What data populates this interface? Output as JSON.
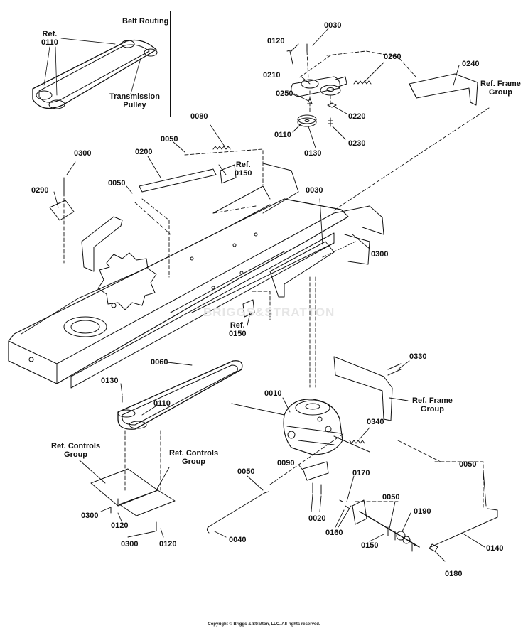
{
  "inset": {
    "title": "Belt Routing",
    "ref_label": "Ref.\n0110",
    "pulley_label": "Transmission\nPulley"
  },
  "watermark": "BRIGGS&STRATTON",
  "labels": {
    "l0030_top": "0030",
    "l0120_top": "0120",
    "l0260": "0260",
    "l0240": "0240",
    "l0210": "0210",
    "ref_frame_group_top": "Ref. Frame\nGroup",
    "l0250": "0250",
    "l0220": "0220",
    "l0110_top": "0110",
    "l0130_top": "0130",
    "l0230": "0230",
    "l0080": "0080",
    "l0050_a": "0050",
    "l0200": "0200",
    "l0300_left": "0300",
    "ref_0150_top": "Ref.\n0150",
    "l0050_b": "0050",
    "l0290": "0290",
    "l0030_mid": "0030",
    "l0300_right": "0300",
    "ref_0150_mid": "Ref.\n0150",
    "l0060": "0060",
    "l0130_mid": "0130",
    "l0110_mid": "0110",
    "l0330": "0330",
    "l0010": "0010",
    "ref_frame_group_mid": "Ref. Frame\nGroup",
    "l0340": "0340",
    "ref_controls_left": "Ref. Controls\nGroup",
    "ref_controls_right": "Ref. Controls\nGroup",
    "l0050_c": "0050",
    "l0090": "0090",
    "l0170": "0170",
    "l0050_d": "0050",
    "l0050_e": "0050",
    "l0190": "0190",
    "l0300_ctl1": "0300",
    "l0120_ctl1": "0120",
    "l0020": "0020",
    "l0160": "0160",
    "l0300_ctl2": "0300",
    "l0120_ctl2": "0120",
    "l0040": "0040",
    "l0150_bot": "0150",
    "l0140": "0140",
    "l0180": "0180"
  },
  "copyright": "Copyright © Briggs & Stratton, LLC. All rights reserved."
}
